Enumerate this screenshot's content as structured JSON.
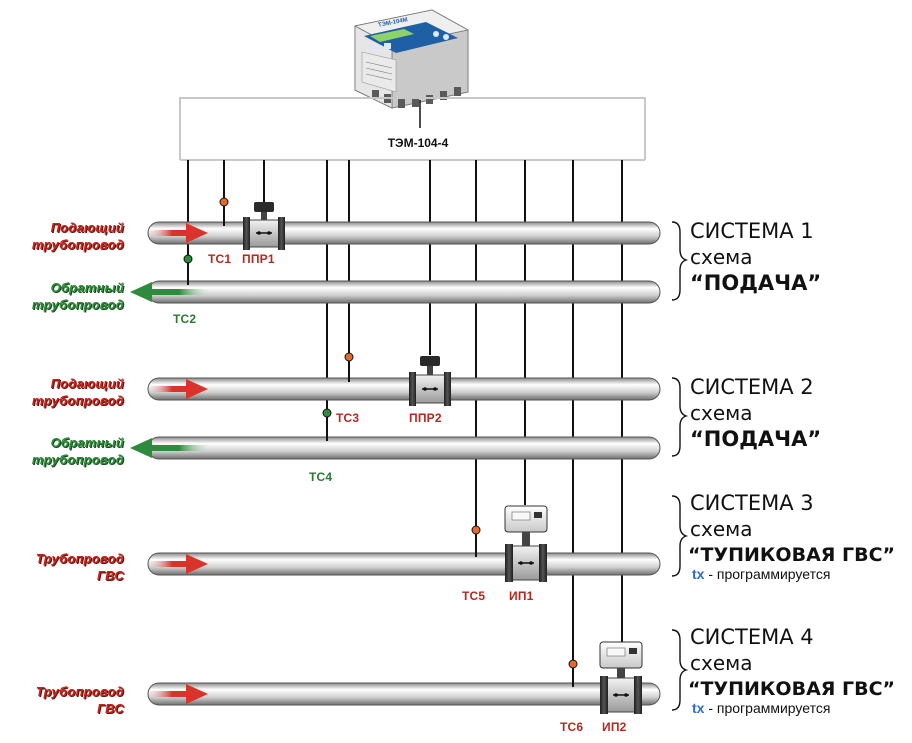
{
  "device": {
    "name": "ТЭМ-104-4",
    "screen_text": "ТЭМ-104М"
  },
  "colors": {
    "supply": "#d9342b",
    "return": "#2e8b3d",
    "text_red": "#c2261c",
    "text_green": "#2f8a3a",
    "tx_blue": "#2d6bd6"
  },
  "pipes": [
    {
      "label_lines": [
        "Подающий",
        "трубопровод"
      ],
      "direction": "right",
      "color": "red"
    },
    {
      "label_lines": [
        "Обратный",
        "трубопровод"
      ],
      "direction": "left",
      "color": "green"
    },
    {
      "label_lines": [
        "Подающий",
        "трубопровод"
      ],
      "direction": "right",
      "color": "red"
    },
    {
      "label_lines": [
        "Обратный",
        "трубопровод"
      ],
      "direction": "left",
      "color": "green"
    },
    {
      "label_lines": [
        "Трубопровод",
        "ГВС"
      ],
      "direction": "right",
      "color": "red"
    },
    {
      "label_lines": [
        "Трубопровод",
        "ГВС"
      ],
      "direction": "right",
      "color": "red"
    }
  ],
  "sensors": [
    "ТС1",
    "ТС2",
    "ТС3",
    "ТС4",
    "ТС5",
    "ТС6"
  ],
  "flowmeters": [
    "ППР1",
    "ППР2",
    "ИП1",
    "ИП2"
  ],
  "systems": [
    {
      "title": "СИСТЕМА 1",
      "subtitle": "схема",
      "mode": "“ПОДАЧА”"
    },
    {
      "title": "СИСТЕМА 2",
      "subtitle": "схема",
      "mode": "“ПОДАЧА”"
    },
    {
      "title": "СИСТЕМА 3",
      "subtitle": "схема",
      "mode": "“ТУПИКОВАЯ ГВС”",
      "note_key": "tx",
      "note_rest": " - программируется"
    },
    {
      "title": "СИСТЕМА 4",
      "subtitle": "схема",
      "mode": "“ТУПИКОВАЯ ГВС”",
      "note_key": "tx",
      "note_rest": " - программируется"
    }
  ]
}
